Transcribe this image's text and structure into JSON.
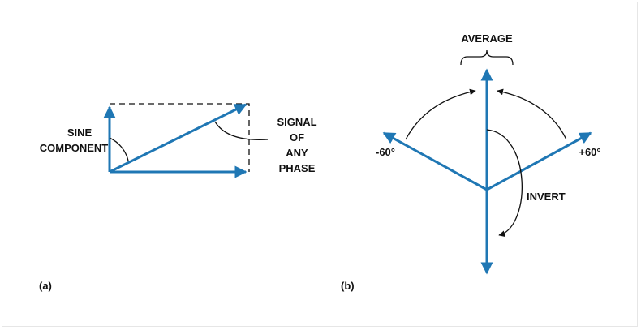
{
  "colors": {
    "vector": "#1f77b4",
    "line": "#111111",
    "frame": "#e6e6e6"
  },
  "panel_a": {
    "label": "(a)",
    "sine_label": [
      "SINE",
      "COMPONENT"
    ],
    "signal_label": [
      "SIGNAL",
      "OF",
      "ANY",
      "PHASE"
    ]
  },
  "panel_b": {
    "label": "(b)",
    "average": "AVERAGE",
    "minus60": "-60°",
    "plus60": "+60°",
    "invert": "INVERT"
  }
}
